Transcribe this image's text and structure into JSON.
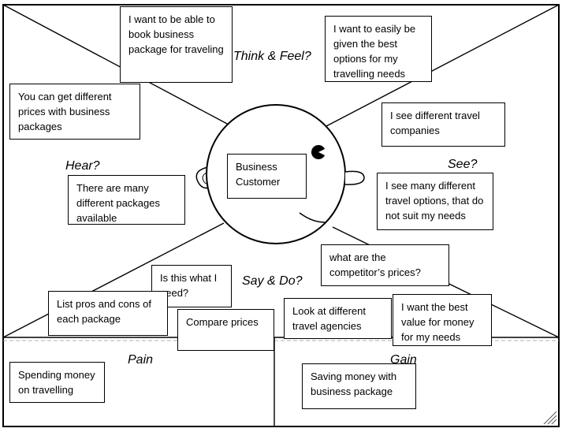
{
  "quadrants": {
    "think_feel": "Think & Feel?",
    "hear": "Hear?",
    "see": "See?",
    "say_do": "Say & Do?",
    "pain": "Pain",
    "gain": "Gain"
  },
  "center": {
    "persona": "Business Customer"
  },
  "notes": {
    "book_business_package": "I want to be able to book business package for traveling",
    "best_options": "I want to easily be given the best options for my travelling needs",
    "different_prices": "You can get different prices with business packages",
    "different_companies": "I see different travel companies",
    "many_packages": "There are many different packages available",
    "options_not_suit": "I see many different travel options, that do not suit my needs",
    "competitor_prices": "what are the competitor’s prices?",
    "is_this_what_i_need": "Is this what I need?",
    "pros_cons": "List pros and cons of each package",
    "compare_prices": "Compare prices",
    "look_agencies": "Look at different travel agencies",
    "best_value": "I want the best value for money for my needs",
    "spending_money": "Spending money on travelling",
    "saving_money": "Saving money with business package"
  }
}
